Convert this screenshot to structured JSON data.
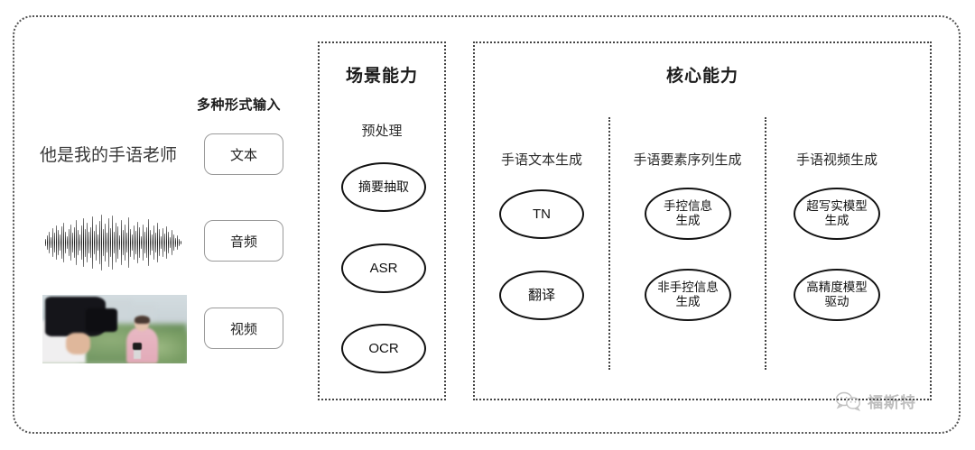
{
  "diagram": {
    "input_section": {
      "heading": "多种形式输入",
      "sample_text": "他是我的手语老师",
      "items": [
        {
          "label": "文本",
          "media": "text-sample"
        },
        {
          "label": "音频",
          "media": "audio-waveform"
        },
        {
          "label": "视频",
          "media": "video-thumbnail"
        }
      ]
    },
    "scene_panel": {
      "title": "场景能力",
      "groups": [
        {
          "label": "预处理",
          "nodes": [
            "摘要抽取",
            "ASR",
            "OCR"
          ]
        }
      ]
    },
    "core_panel": {
      "title": "核心能力",
      "columns": [
        {
          "label": "手语文本生成",
          "nodes": [
            "TN",
            "翻译"
          ]
        },
        {
          "label": "手语要素序列生成",
          "nodes": [
            "手控信息\n生成",
            "非手控信息\n生成"
          ]
        },
        {
          "label": "手语视频生成",
          "nodes": [
            "超写实模型\n生成",
            "高精度模型\n驱动"
          ]
        }
      ]
    },
    "watermark": {
      "text": "福斯特",
      "icon": "wechat-icon"
    },
    "colors": {
      "background": "#ffffff",
      "frame_border": "#555555",
      "panel_border": "#444444",
      "node_border": "#111111",
      "inputbox_border": "#9a9a9a",
      "text": "#222222"
    }
  }
}
